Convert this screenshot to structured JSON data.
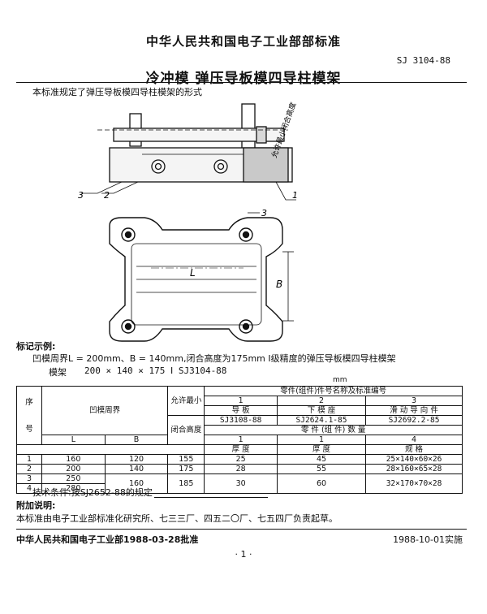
{
  "header": {
    "issuer": "中华人民共和国电子工业部部标准",
    "code": "SJ 3104-88",
    "title": "冷冲模    弹压导板模四导柱模架"
  },
  "intro": "本标准规定了弹压导板模四导柱模架的形式",
  "figure": {
    "labels": {
      "l1": "1",
      "l2": "2",
      "l3": "3",
      "l3b": "3",
      "L": "L",
      "B": "B"
    },
    "vertical_note": "允许最小闭合高度"
  },
  "example": {
    "heading": "标记示例:",
    "line1": "凹模周界L = 200mm、B = 140mm,闭合高度为175mm Ⅰ级精度的弹压导板模四导柱模架",
    "line2_label": "模架",
    "line2_value": "200 × 140 × 175  Ⅰ  SJ3104-88"
  },
  "table": {
    "unit": "mm",
    "headers": {
      "seq": "序",
      "seq2": "号",
      "perimeter": "凹模周界",
      "L": "L",
      "B": "B",
      "min_height": "允许最小",
      "closed_height": "闭合高度",
      "parts_title": "零件(组件)件号名称及标准编号",
      "part_numbers": [
        "1",
        "2",
        "3"
      ],
      "part_names": [
        "导    板",
        "下    模    座",
        "滑 动 导 向 件"
      ],
      "part_standards": [
        "SJ3108-88",
        "SJ2624.1-85",
        "SJ2692.2-85"
      ],
      "qty_title": "零    件  (组  件)    数    量",
      "qty": [
        "1",
        "1",
        "4"
      ],
      "specs": [
        "厚    度",
        "厚    度",
        "规    格"
      ]
    },
    "rows": [
      {
        "no": "1",
        "L": "160",
        "B": "120",
        "h": "155",
        "t1": "25",
        "t2": "45",
        "spec": "25×140×60×26"
      },
      {
        "no": "2",
        "L": "200",
        "B": "140",
        "h": "175",
        "t1": "28",
        "t2": "55",
        "spec": "28×160×65×28"
      },
      {
        "no": "3",
        "L": "250",
        "B": "",
        "h": "",
        "t1": "",
        "t2": "",
        "spec": ""
      },
      {
        "no": "4",
        "L": "280",
        "B": "160",
        "h": "185",
        "t1": "30",
        "t2": "60",
        "spec": "32×170×70×28"
      }
    ]
  },
  "tech": "技术条件:按SJ2652-88的规定",
  "notes": {
    "heading": "附加说明:",
    "text": "本标准由电子工业部标准化研究所、七三三厂、四五二〇厂、七五四厂负责起草。"
  },
  "footer": {
    "left": "中华人民共和国电子工业部1988-03-28批准",
    "right": "1988-10-01实施",
    "page": "· 1 ·"
  }
}
